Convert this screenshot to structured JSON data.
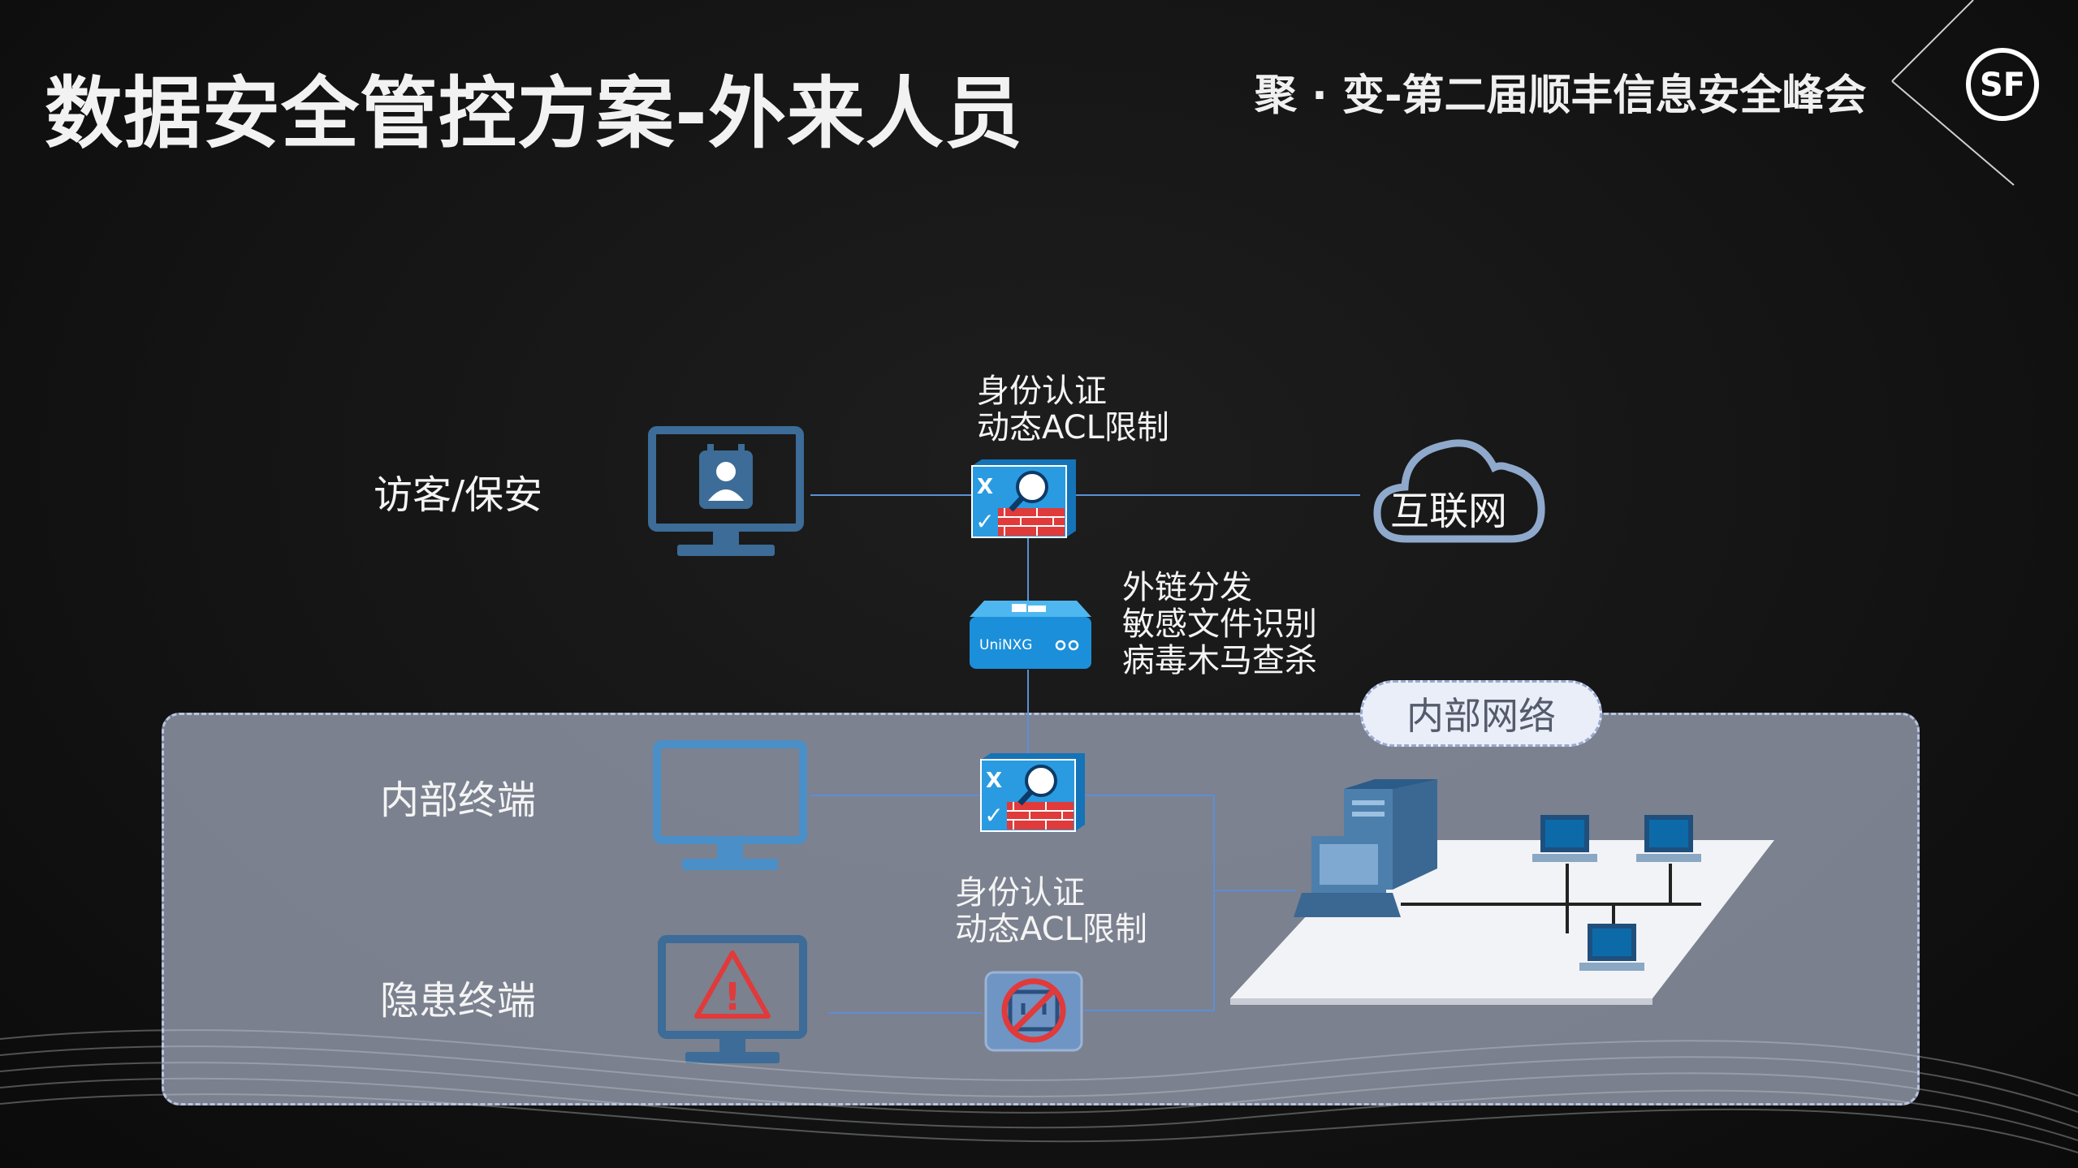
{
  "header": {
    "title": "数据安全管控方案-外来人员",
    "summit": "聚 · 变-第二届顺丰信息安全峰会",
    "logo_text": "SF"
  },
  "diagram": {
    "visitor_label": "访客/保安",
    "internal_terminal_label": "内部终端",
    "risk_terminal_label": "隐患终端",
    "internet_label": "互联网",
    "internal_network_label": "内部网络",
    "firewall_top_notes": [
      "身份认证",
      "动态ACL限制"
    ],
    "gateway_notes": [
      "外链分发",
      "敏感文件识别",
      "病毒木马查杀"
    ],
    "firewall_bottom_notes": [
      "身份认证",
      "动态ACL限制"
    ],
    "gateway_device_text": "UniNXG",
    "firewall_icon_marks": [
      "X",
      "✓"
    ],
    "warning_icon_text": "!"
  },
  "colors": {
    "line": "#5b8fd6",
    "device_blue": "#1b8fd9",
    "firewall_red": "#e03a3a",
    "monitor_blue": "#3c6c97",
    "cloud_stroke": "#8fa9cc"
  },
  "icons": [
    "monitor-user-icon",
    "firewall-icon",
    "cloud-icon",
    "gateway-icon",
    "monitor-icon",
    "monitor-warning-icon",
    "blocked-plug-icon",
    "server-lan-icon"
  ]
}
